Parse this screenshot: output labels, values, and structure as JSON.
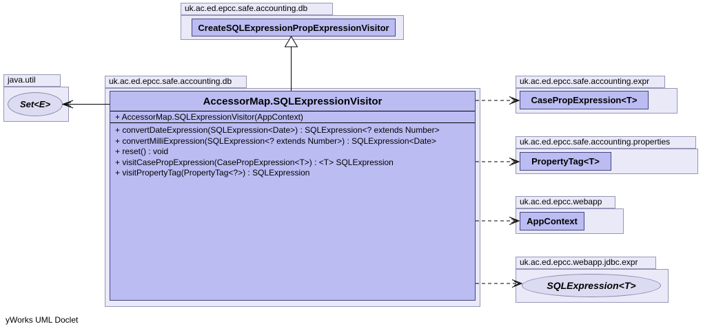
{
  "diagram": {
    "type": "uml-class-diagram",
    "footer_credit": "yWorks UML Doclet"
  },
  "colors": {
    "node_fill": "#BBBCF2",
    "package_fill": "#E9E9F8",
    "interface_fill": "#DBDBF2",
    "node_border": "#45457E",
    "package_border": "#9595B8",
    "edge": "#000000"
  },
  "nodes": {
    "create_visitor": {
      "package": "uk.ac.ed.epcc.safe.accounting.db",
      "class_name": "CreateSQLExpressionPropExpressionVisitor"
    },
    "set": {
      "package": "java.util",
      "class_name": "Set<E>"
    },
    "main": {
      "package": "uk.ac.ed.epcc.safe.accounting.db",
      "class_name": "AccessorMap.SQLExpressionVisitor",
      "constructors": [
        "+ AccessorMap.SQLExpressionVisitor(AppContext)"
      ],
      "methods": [
        "+ convertDateExpression(SQLExpression<Date>) : SQLExpression<? extends Number>",
        "+ convertMilliExpression(SQLExpression<? extends Number>) : SQLExpression<Date>",
        "+ reset() : void",
        "+ visitCasePropExpression(CasePropExpression<T>) : <T> SQLExpression",
        "+ visitPropertyTag(PropertyTag<?>) : SQLExpression"
      ]
    },
    "case_prop": {
      "package": "uk.ac.ed.epcc.safe.accounting.expr",
      "class_name": "CasePropExpression<T>"
    },
    "property_tag": {
      "package": "uk.ac.ed.epcc.safe.accounting.properties",
      "class_name": "PropertyTag<T>"
    },
    "app_context": {
      "package": "uk.ac.ed.epcc.webapp",
      "class_name": "AppContext"
    },
    "sql_expression": {
      "package": "uk.ac.ed.epcc.webapp.jdbc.expr",
      "class_name": "SQLExpression<T>"
    }
  }
}
